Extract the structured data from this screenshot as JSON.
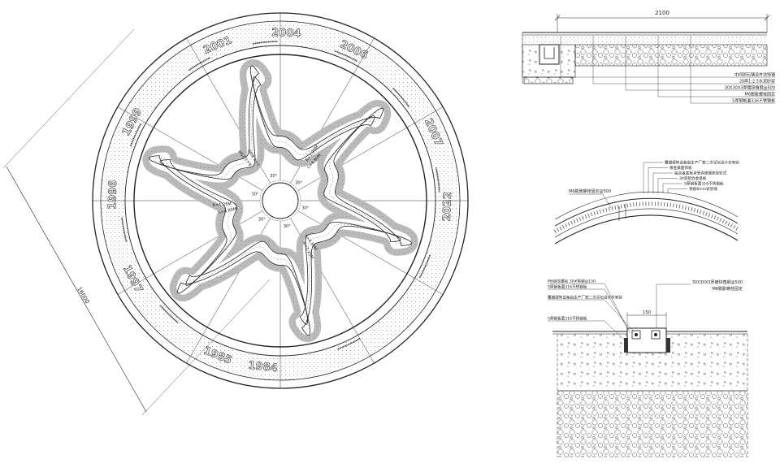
{
  "plan": {
    "overall_dimension": "16000",
    "ring_years": [
      {
        "text": "2004",
        "angle": -88
      },
      {
        "text": "2001",
        "angle": -112
      },
      {
        "text": "2006",
        "angle": -64
      },
      {
        "text": "2007",
        "angle": -24
      },
      {
        "text": "2022",
        "angle": 2
      },
      {
        "text": "1999",
        "angle": -152
      },
      {
        "text": "1996",
        "angle": -178
      },
      {
        "text": "1997",
        "angle": 152
      },
      {
        "text": "1985",
        "angle": 112
      },
      {
        "text": "1984",
        "angle": 96
      }
    ],
    "path_labels": [
      {
        "text": "R=1.25M",
        "angle": -128,
        "r": 68
      },
      {
        "text": "L=4.80M",
        "angle": -120,
        "r": 62
      },
      {
        "text": "R=1.25M",
        "angle": -55,
        "r": 70
      },
      {
        "text": "L=4.80M",
        "angle": -48,
        "r": 64
      },
      {
        "text": "R=1.25M",
        "angle": 175,
        "r": 72
      },
      {
        "text": "L=4.80M",
        "angle": 168,
        "r": 66
      },
      {
        "text": "R=1.25M",
        "angle": 62,
        "r": 70
      },
      {
        "text": "L=4.80M",
        "angle": 55,
        "r": 64
      }
    ],
    "hub_angles": [
      "30°",
      "30°",
      "30°",
      "30°",
      "30°",
      "30°"
    ]
  },
  "section_top": {
    "dimension": "2100",
    "notes": [
      "中间卵石铺设并涂饰铺",
      "20厚1:2.5水泥砂浆",
      "30X30X3厚镀锌角钢@500",
      "M6膨胀螺栓固定",
      "5厚钢板面316不锈钢板"
    ]
  },
  "section_mid": {
    "left_note": "M6膨胀螺栓固定@500",
    "notes": [
      "覆膜硬地设备由生产厂家二次深化设计并安装",
      "镀金属面饰板",
      "铝合金底板承受调速器安装轮式",
      "30宽铝合金基板",
      "5厚钢板面316不锈钢板",
      "预留8mm安装缝"
    ]
  },
  "section_bottom": {
    "dimension": "150",
    "notes_left": [
      "M6自攻螺丝 30#角钢@150",
      "5厚钢板面316不锈钢板",
      "覆膜硬地设备由生产厂家二次深化设计并安装",
      "5厚钢板面316不锈钢板"
    ],
    "notes_right": [
      "30X30X3厚镀锌角钢@500",
      "M6膨胀螺栓固定"
    ]
  }
}
